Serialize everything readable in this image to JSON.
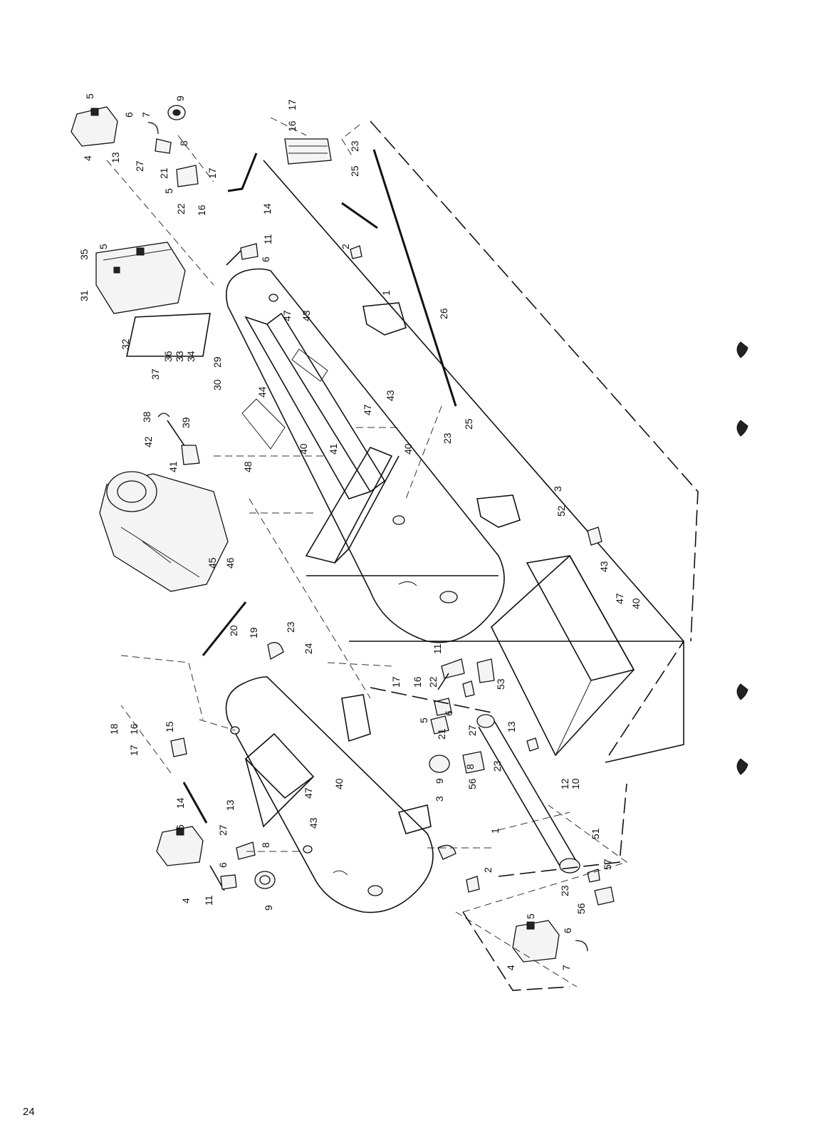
{
  "page": {
    "number": "24"
  },
  "diagram": {
    "callouts": [
      "5",
      "6",
      "7",
      "9",
      "4",
      "13",
      "27",
      "8",
      "21",
      "5",
      "22",
      "16",
      "17",
      "35",
      "5",
      "31",
      "32",
      "36",
      "33",
      "34",
      "37",
      "11",
      "6",
      "17",
      "16",
      "23",
      "25",
      "14",
      "2",
      "1",
      "47",
      "43",
      "29",
      "30",
      "26",
      "38",
      "39",
      "42",
      "41",
      "44",
      "40",
      "41",
      "47",
      "43",
      "40",
      "23",
      "25",
      "48",
      "45",
      "46",
      "3",
      "52",
      "43",
      "47",
      "40",
      "20",
      "19",
      "23",
      "24",
      "18",
      "16",
      "17",
      "15",
      "14",
      "11",
      "17",
      "16",
      "22",
      "5",
      "53",
      "6",
      "21",
      "27",
      "13",
      "9",
      "56",
      "8",
      "23",
      "12",
      "10",
      "13",
      "27",
      "5",
      "8",
      "6",
      "4",
      "11",
      "9",
      "47",
      "40",
      "43",
      "3",
      "2",
      "1",
      "51",
      "57",
      "23",
      "56",
      "5",
      "6",
      "4",
      "7"
    ]
  }
}
